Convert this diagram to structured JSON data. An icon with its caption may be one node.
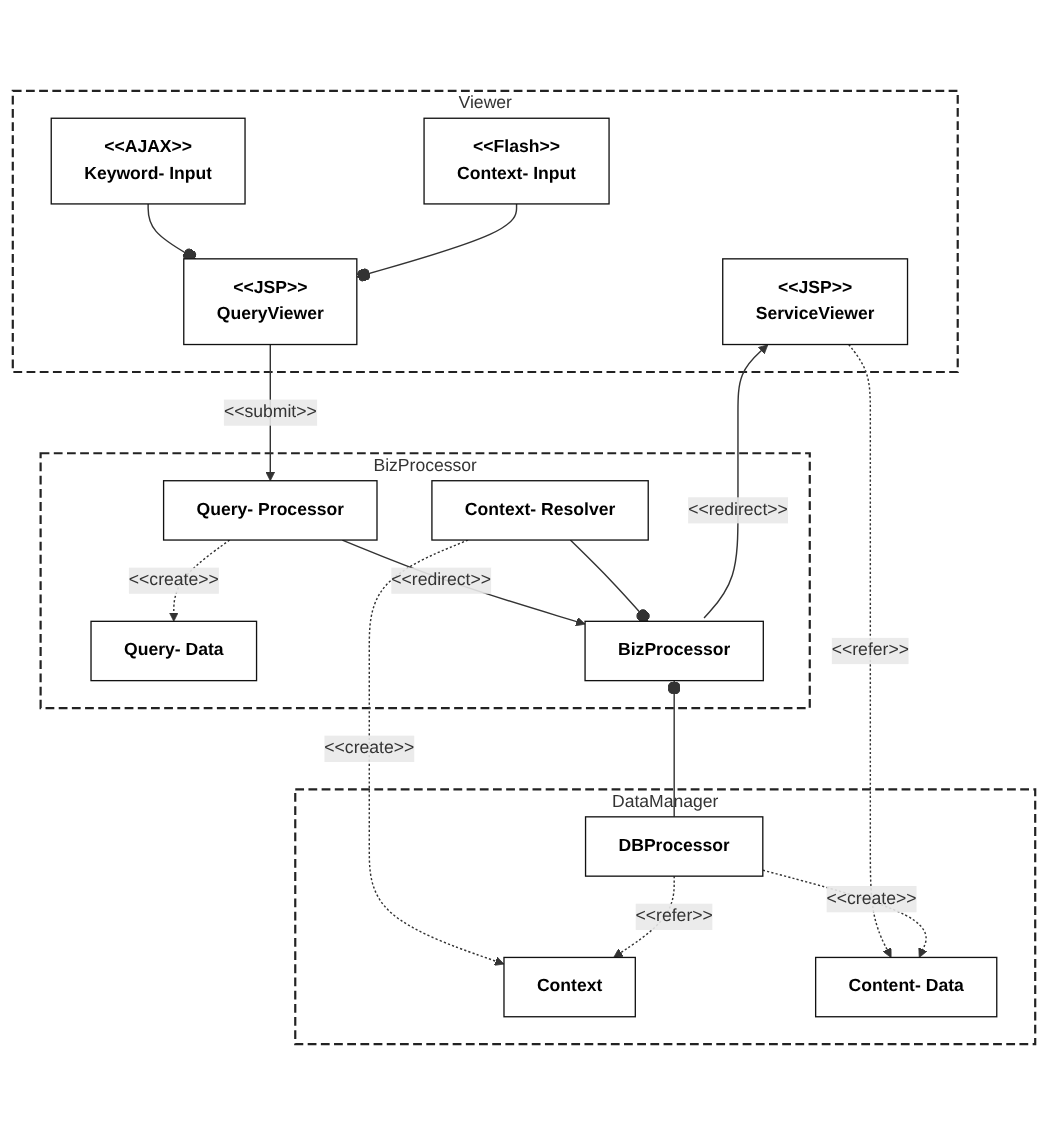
{
  "diagram": {
    "nodes": [
      {
        "text": [
          "Viewer"
        ]
      },
      {
        "text": [
          "<<AJAX>>",
          "Keyword- Input"
        ],
        "in": 0
      },
      {
        "text": [
          "<<Flash>>",
          "Context- Input"
        ],
        "in": 0
      },
      {
        "text": [
          "<<JSP>>",
          "QueryViewer"
        ],
        "in": 0
      },
      {
        "text": [
          "<<JSP>>",
          "ServiceViewer"
        ],
        "in": 0
      },
      {
        "text": [
          "BizProcessor"
        ]
      },
      {
        "text": [
          "Query- Data"
        ],
        "in": 5
      },
      {
        "text": [
          "Query- Processor"
        ],
        "in": 5
      },
      {
        "text": [
          "Context- Resolver"
        ],
        "in": 5
      },
      {
        "text": [
          "BizProcessor"
        ],
        "in": 5
      },
      {
        "text": [
          "DataManager"
        ]
      },
      {
        "text": [
          "Context"
        ],
        "in": 10
      },
      {
        "text": [
          "DBProcessor"
        ],
        "in": 10
      },
      {
        "text": [
          "Content- Data"
        ],
        "in": 10
      }
    ],
    "edges": [
      {
        "from": 1,
        "to": 3,
        "arrow": "other"
      },
      {
        "from": 2,
        "to": 3,
        "arrow": "other"
      },
      {
        "from": 3,
        "to": 7,
        "arrow": "to",
        "label": "<<submit>>"
      },
      {
        "from": 7,
        "to": 6,
        "arrow": "to",
        "label": "<<create>>",
        "style": "dashed"
      },
      {
        "from": 7,
        "to": 9,
        "arrow": "to",
        "label": "<<redirect>>"
      },
      {
        "from": 8,
        "to": 9,
        "arrow": "other"
      },
      {
        "from": 9,
        "to": 4,
        "arrow": "to",
        "label": "<<redirect>>"
      },
      {
        "from": 4,
        "to": 13,
        "arrow": "to",
        "label": "<<refer>>",
        "style": "dashed"
      },
      {
        "from": 8,
        "to": 11,
        "arrow": "to",
        "label": "<<create>>",
        "style": "dashed"
      },
      {
        "from": 12,
        "to": 9,
        "arrow": "other"
      },
      {
        "from": 12,
        "to": 11,
        "arrow": "to",
        "label": "<<refer>>",
        "style": "dashed"
      },
      {
        "from": 12,
        "to": 13,
        "arrow": "to",
        "label": "<<create>>",
        "style": "dashed"
      }
    ]
  }
}
